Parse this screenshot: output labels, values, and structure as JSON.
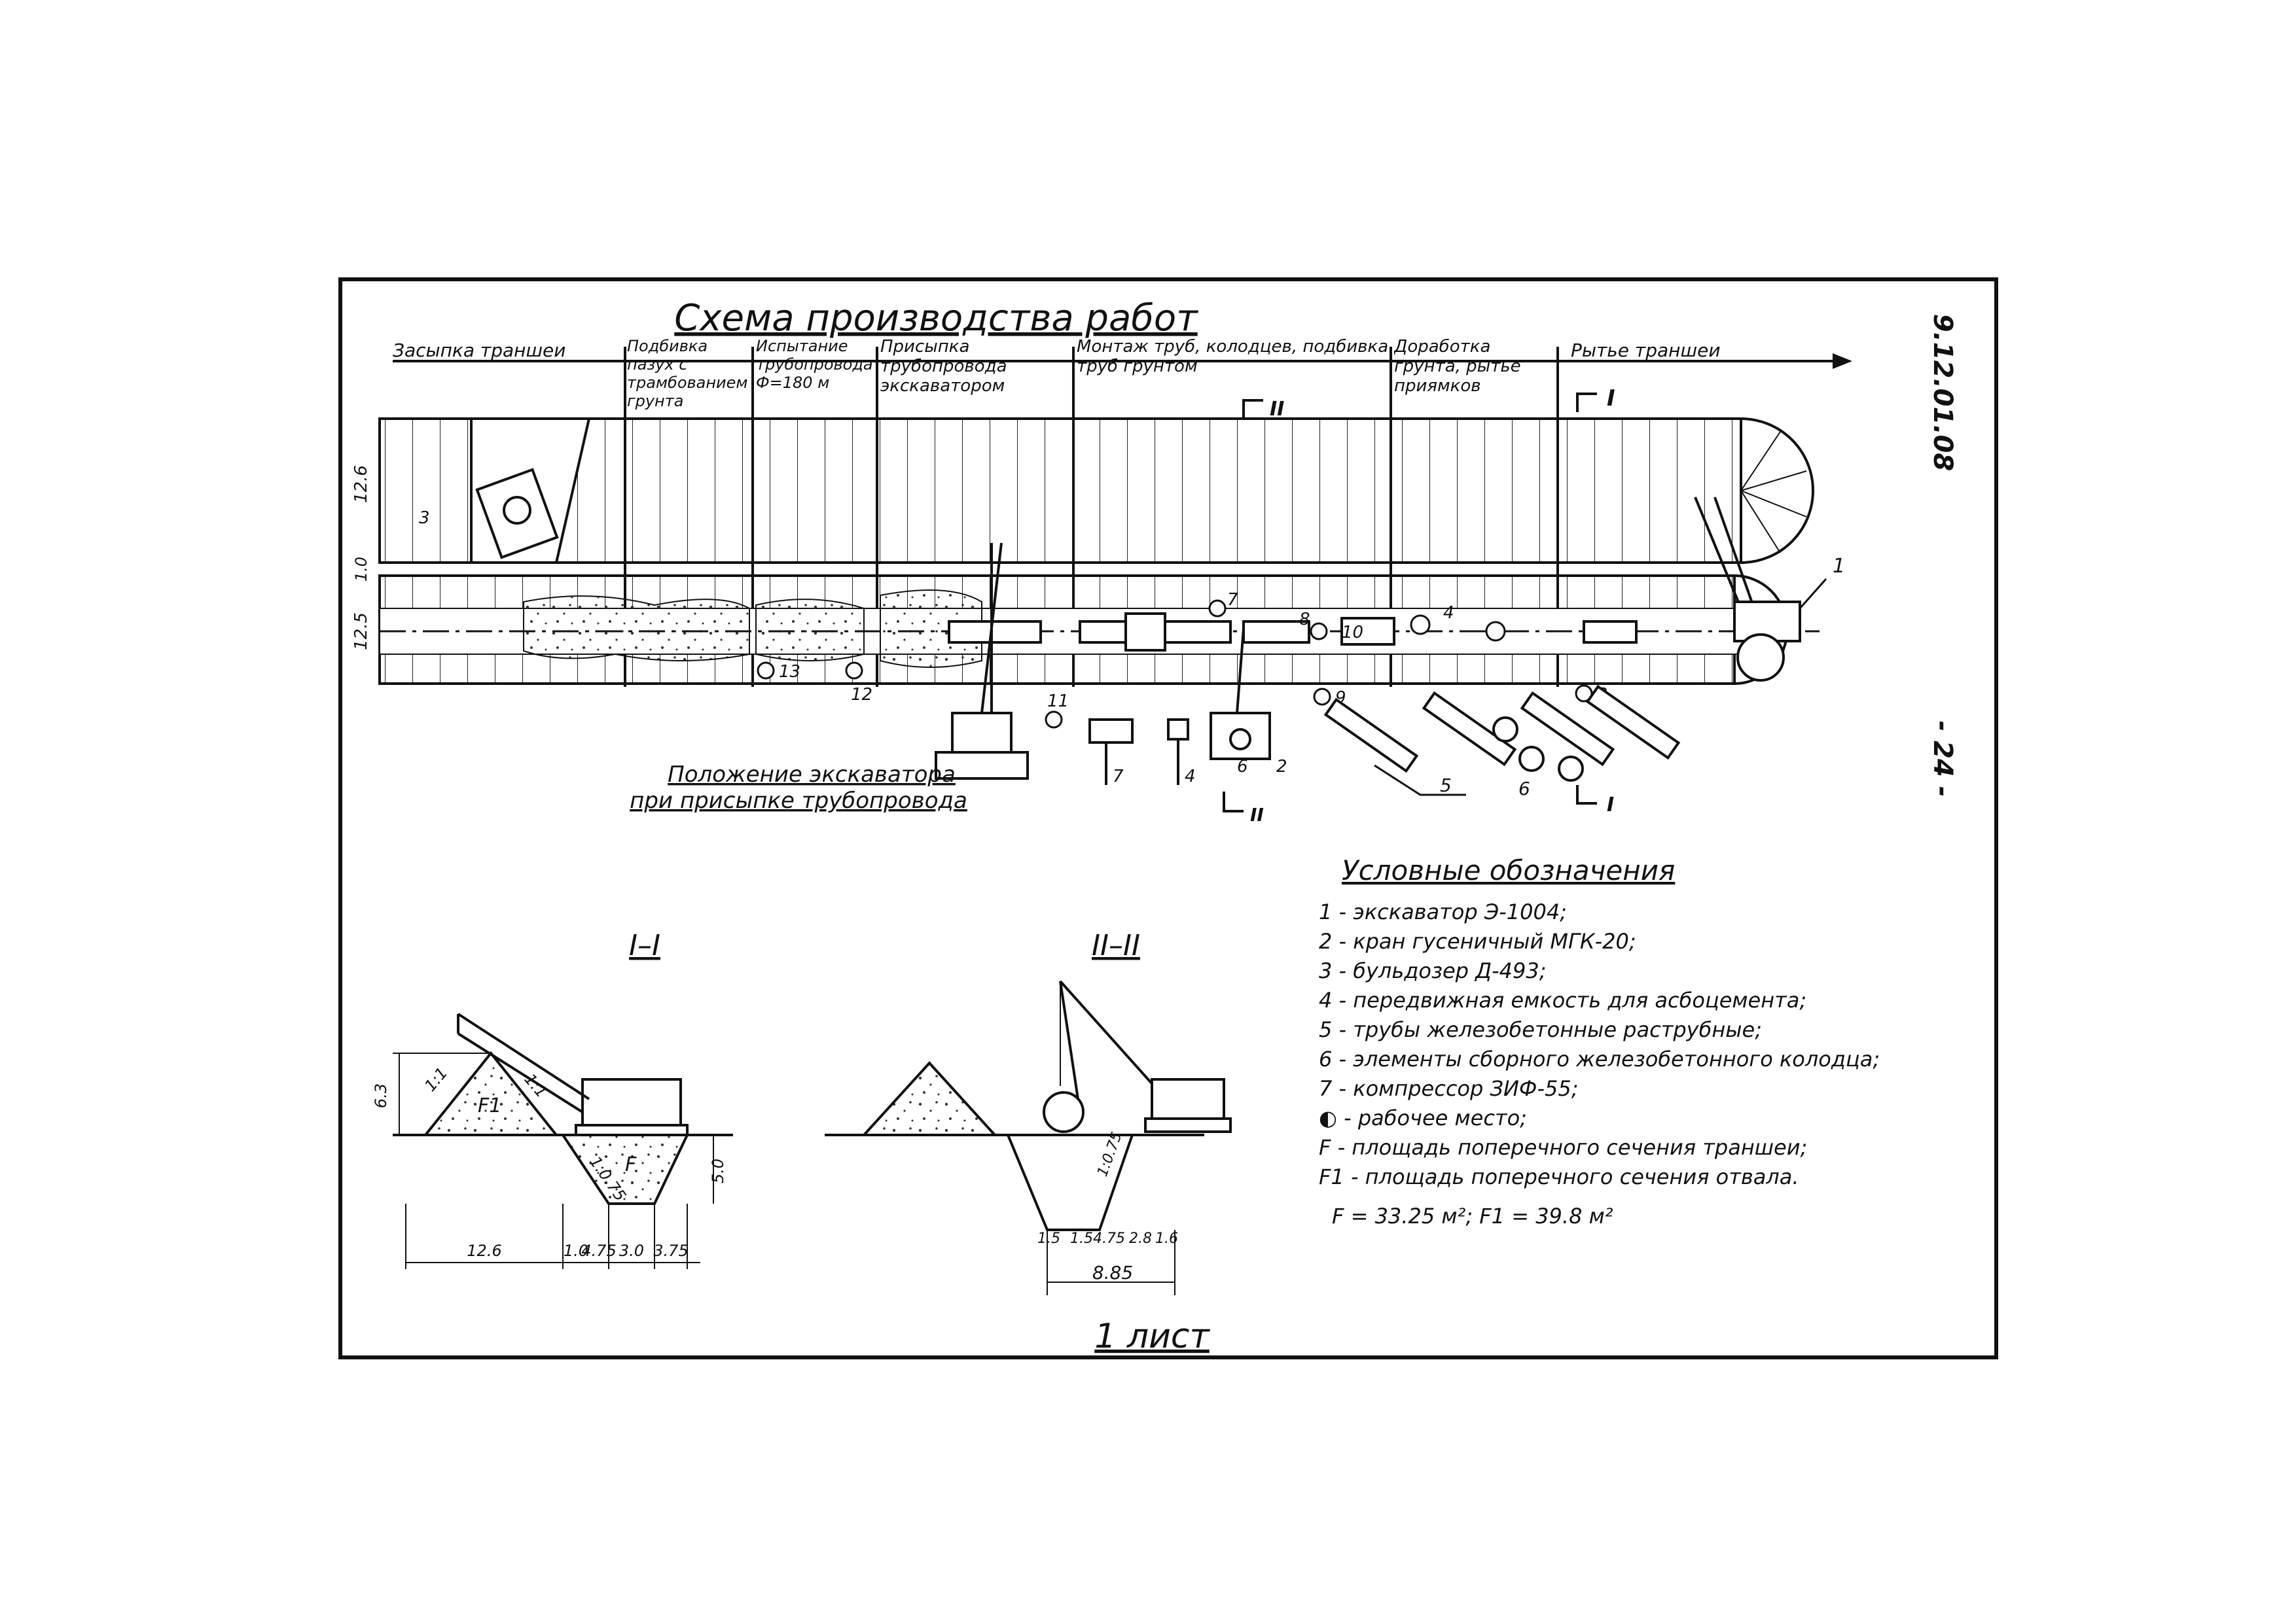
{
  "title": "Схема производства работ",
  "doc_code": "9.12.01.08",
  "page_number": "- 24 -",
  "sheet_label": "1 лист",
  "stages": [
    {
      "label": "Засыпка траншеи"
    },
    {
      "label": "Подбивка пазух с трамбованием грунта"
    },
    {
      "label": "Испытание трубопровода Ф=180 м"
    },
    {
      "label": "Присыпка трубопровода экскаватором"
    },
    {
      "label": "Монтаж труб, колодцев, подбивка труб грунтом"
    },
    {
      "label": "Доработка грунта, рытье приямков"
    },
    {
      "label": "Рытье траншеи"
    }
  ],
  "dims_plan": {
    "top": "12.6",
    "mid": "1.0",
    "bottom": "12.5"
  },
  "section_marks": {
    "I": "I",
    "II": "II"
  },
  "excavator_position_note": [
    "Положение экскаватора",
    "при присыпке трубопровода"
  ],
  "plan_callouts": [
    "1",
    "2",
    "3",
    "4",
    "5",
    "6",
    "7",
    "8",
    "9",
    "10",
    "11",
    "12",
    "13"
  ],
  "legend": {
    "title": "Условные обозначения",
    "items": [
      "1 - экскаватор Э-1004;",
      "2 - кран гусеничный МГК-20;",
      "3 - бульдозер Д-493;",
      "4 - передвижная емкость для асбоцемента;",
      "5 - трубы железобетонные раструбные;",
      "6 - элементы сборного железобетонного колодца;",
      "7 - компрессор ЗИФ-55;",
      "◐ - рабочее место;",
      "F - площадь поперечного сечения траншеи;",
      "F1 - площадь поперечного сечения отвала."
    ],
    "formula": "F = 33.25 м²; F1 = 39.8 м²"
  },
  "section1": {
    "title": "I–I",
    "height": "6.3",
    "slope1": "1:1",
    "slope2": "1:1",
    "f1_label": "F1",
    "f_label": "F",
    "depth": "5.0",
    "slope3": "1:0.75",
    "dims": [
      "12.6",
      "1.0",
      "4.75",
      "3.0",
      "3.75"
    ]
  },
  "section2": {
    "title": "II–II",
    "slope": "1:0.75",
    "dims": [
      "1.5",
      "1.5",
      "4.75",
      "2.8",
      "1.6"
    ],
    "total": "8.85"
  }
}
